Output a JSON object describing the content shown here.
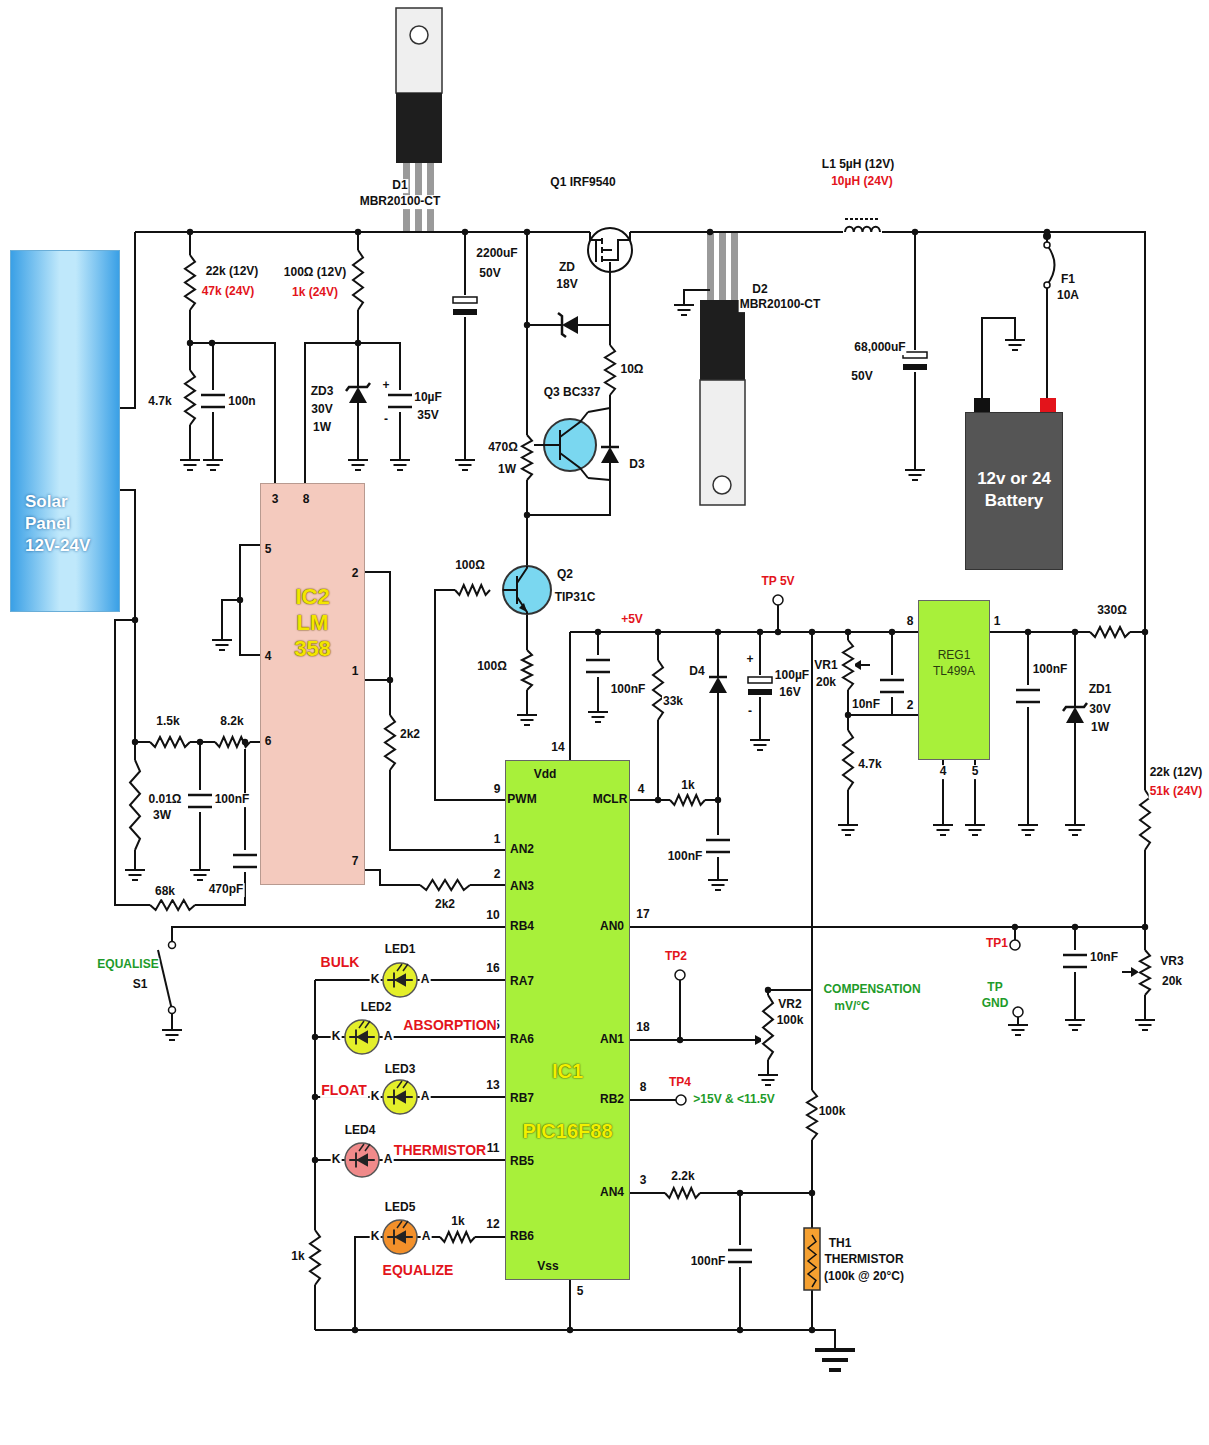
{
  "diagram": {
    "nodes": [
      {
        "text": [
          "Solar Panel 12V-24V"
        ]
      },
      {
        "text": [
          "IC2 LM 358"
        ]
      },
      {
        "text": [
          "IC1 PIC16F88"
        ]
      },
      {
        "text": [
          "REG1 TL499A"
        ]
      },
      {
        "text": [
          "12v or 24 Battery"
        ]
      }
    ],
    "labels": [
      "D1",
      "MBR20100-CT",
      "Q1 IRF9540",
      "L1 5µH (12V)",
      "10µH (24V)",
      "2200uF",
      "50V",
      "ZD",
      "18V",
      "D2",
      "MBR20100-CT",
      "F1",
      "10A",
      "68,000uF",
      "50V",
      "22k (12V)",
      "47k (24V)",
      "100Ω (12V)",
      "1k (24V)",
      "4.7k",
      "100n",
      "ZD3",
      "30V",
      "1W",
      "10µF",
      "35V",
      "+",
      "-",
      "10Ω",
      "Q3 BC337",
      "D3",
      "470Ω",
      "1W",
      "100Ω",
      "Q2",
      "TIP31C",
      "100Ω",
      "TP 5V",
      "+5V",
      "100nF",
      "33k",
      "D4",
      "+",
      "100µF",
      "16V",
      "-",
      "VR1",
      "20k",
      "10nF",
      "4.7k",
      "8",
      "2",
      "4",
      "5",
      "1",
      "100nF",
      "ZD1",
      "30V",
      "1W",
      "330Ω",
      "22k (12V)",
      "51k (24V)",
      "3",
      "8",
      "5",
      "2",
      "4",
      "1",
      "6",
      "7",
      "1.5k",
      "8.2k",
      "0.01Ω",
      "3W",
      "100nF",
      "68k",
      "470pF",
      "2k2",
      "2k2",
      "14",
      "Vdd",
      "9",
      "PWM",
      "4",
      "MCLR",
      "1",
      "AN2",
      "2",
      "AN3",
      "10",
      "RB4",
      "17",
      "AN0",
      "16",
      "RA7",
      "18",
      "AN1",
      "15",
      "RA6",
      "13",
      "RB7",
      "8",
      "RB2",
      "11",
      "RB5",
      "3",
      "AN4",
      "12",
      "RB6",
      "Vss",
      "5",
      "1k",
      "100nF",
      "TP2",
      "VR2",
      "100k",
      "COMPENSATION",
      "mV/°C",
      "TP4",
      ">15V & <11.5V",
      "100k",
      "2.2k",
      "100nF",
      "TH1",
      "THERMISTOR",
      "(100k @ 20°C)",
      "TP1",
      "TP",
      "GND",
      "10nF",
      "VR3",
      "20k",
      "EQUALISE",
      "S1",
      "LED1",
      "BULK",
      "K",
      "A",
      "LED2",
      "ABSORPTION",
      "K",
      "A",
      "LED3",
      "FLOAT",
      "K",
      "A",
      "LED4",
      "THERMISTOR",
      "K",
      "A",
      "LED5",
      "K",
      "A",
      "EQUALIZE",
      "1k",
      "1k"
    ]
  }
}
